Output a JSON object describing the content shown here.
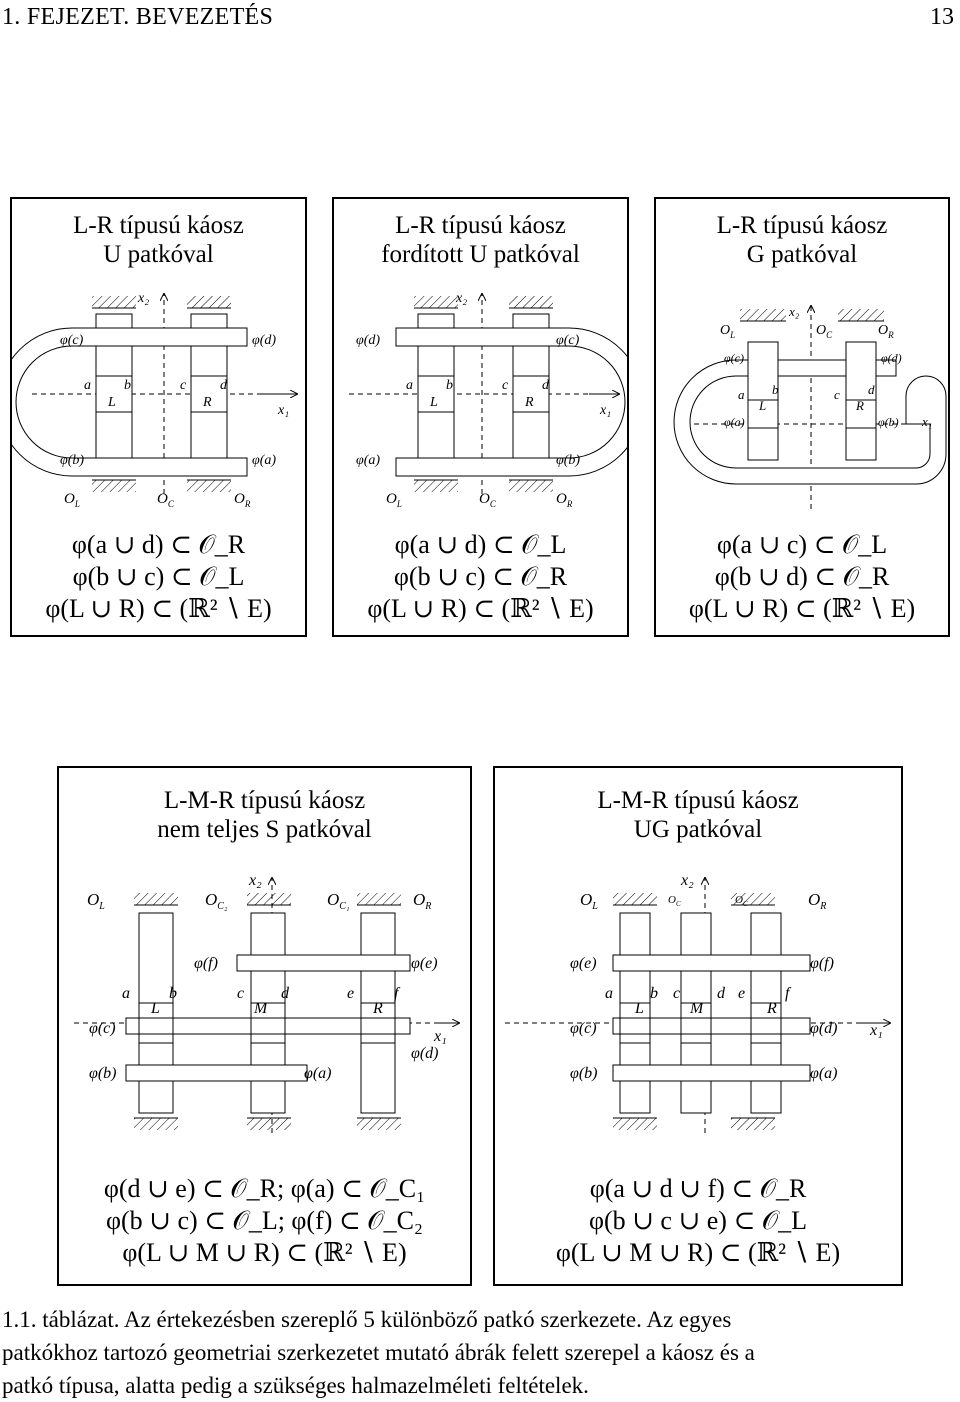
{
  "header": {
    "chapter": "1. FEJEZET. BEVEZETÉS",
    "page_number": "13"
  },
  "panels": [
    {
      "title": [
        "L-R típusú káosz",
        "U patkóval"
      ],
      "axis": {
        "x": "x₁",
        "y": "x₂"
      },
      "labels": {
        "phi_c": "φ(c)",
        "phi_d": "φ(d)",
        "phi_b": "φ(b)",
        "phi_a": "φ(a)",
        "a": "a",
        "b": "b",
        "c": "c",
        "d": "d",
        "L": "L",
        "R": "R",
        "OL": "O",
        "OL_sub": "L",
        "OC": "O",
        "OC_sub": "C",
        "OR": "O",
        "OR_sub": "R"
      },
      "formulas": [
        "φ(a ∪ d) ⊂ 𝒪_R",
        "φ(b ∪ c) ⊂ 𝒪_L",
        "φ(L ∪ R) ⊂ (ℝ² ∖ E)"
      ]
    },
    {
      "title": [
        "L-R típusú káosz",
        "fordított U patkóval"
      ],
      "axis": {
        "x": "x₁",
        "y": "x₂"
      },
      "labels": {
        "phi_d": "φ(d)",
        "phi_c": "φ(c)",
        "phi_a": "φ(a)",
        "phi_b": "φ(b)",
        "a": "a",
        "b": "b",
        "c": "c",
        "d": "d",
        "L": "L",
        "R": "R",
        "OL": "O",
        "OL_sub": "L",
        "OC": "O",
        "OC_sub": "C",
        "OR": "O",
        "OR_sub": "R"
      },
      "formulas": [
        "φ(a ∪ d) ⊂ 𝒪_L",
        "φ(b ∪ c) ⊂ 𝒪_R",
        "φ(L ∪ R) ⊂ (ℝ² ∖ E)"
      ]
    },
    {
      "title": [
        "L-R típusú káosz",
        "G patkóval"
      ],
      "axis": {
        "x": "x₁",
        "y": "x₂"
      },
      "labels": {
        "phi_c": "φ(c)",
        "phi_d": "φ(d)",
        "phi_a": "φ(a)",
        "phi_b": "φ(b)",
        "a": "a",
        "b": "b",
        "c": "c",
        "d": "d",
        "L": "L",
        "R": "R",
        "OL": "O",
        "OL_sub": "L",
        "OC": "O",
        "OC_sub": "C",
        "OR": "O",
        "OR_sub": "R"
      },
      "formulas": [
        "φ(a ∪ c) ⊂ 𝒪_L",
        "φ(b ∪ d) ⊂ 𝒪_R",
        "φ(L ∪ R) ⊂ (ℝ² ∖ E)"
      ]
    },
    {
      "title": [
        "L-M-R típusú káosz",
        "nem teljes S patkóval"
      ],
      "axis": {
        "x": "x₁",
        "y": "x₂"
      },
      "labels": {
        "phi_f": "φ(f)",
        "phi_e": "φ(e)",
        "phi_c": "φ(c)",
        "phi_b": "φ(b)",
        "phi_a": "φ(a)",
        "phi_d": "φ(d)",
        "a": "a",
        "b": "b",
        "c": "c",
        "d": "d",
        "e": "e",
        "f": "f",
        "L": "L",
        "M": "M",
        "R": "R",
        "OL": "O",
        "OL_sub": "L",
        "OC2": "O",
        "OC2_sub": "C₂",
        "OC1": "O",
        "OC1_sub": "C₁",
        "OR": "O",
        "OR_sub": "R"
      },
      "formulas": [
        "φ(d ∪ e) ⊂ 𝒪_R; φ(a) ⊂ 𝒪_C₁",
        "φ(b ∪ c) ⊂ 𝒪_L; φ(f) ⊂ 𝒪_C₂",
        "φ(L ∪ M ∪ R) ⊂ (ℝ² ∖ E)"
      ]
    },
    {
      "title": [
        "L-M-R típusú káosz",
        "UG patkóval"
      ],
      "axis": {
        "x": "x₁",
        "y": "x₂"
      },
      "labels": {
        "phi_e": "φ(e)",
        "phi_f": "φ(f)",
        "phi_c": "φ(c)",
        "phi_d": "φ(d)",
        "phi_b": "φ(b)",
        "phi_a": "φ(a)",
        "a": "a",
        "b": "b",
        "c": "c",
        "d": "d",
        "e": "e",
        "f": "f",
        "L": "L",
        "M": "M",
        "R": "R",
        "OL": "O",
        "OL_sub": "L",
        "OC": "O",
        "OC_sub": "C",
        "OR": "O",
        "OR_sub": "R"
      },
      "formulas": [
        "φ(a ∪ d ∪ f) ⊂ 𝒪_R",
        "φ(b ∪ c ∪ e) ⊂ 𝒪_L",
        "φ(L ∪ M ∪ R) ⊂ (ℝ² ∖ E)"
      ]
    }
  ],
  "caption": [
    "1.1. táblázat. Az értekezésben szereplő 5 különböző patkó szerkezete. Az egyes",
    "patkókhoz tartozó geometriai szerkezetet mutató ábrák felett szerepel a káosz és a",
    "patkó típusa, alatta pedig a szükséges halmazelméleti feltételek."
  ]
}
